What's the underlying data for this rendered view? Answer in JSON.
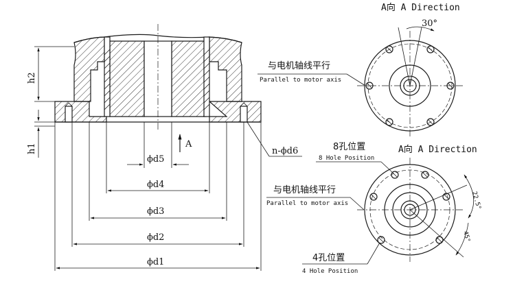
{
  "labels": {
    "h2": "h2",
    "h1": "h1",
    "d1": "ϕd1",
    "d2": "ϕd2",
    "d3": "ϕd3",
    "d4": "ϕd4",
    "d5": "ϕd5",
    "d6": "n-ϕd6",
    "arrow_a": "A"
  },
  "view_top": {
    "title": "A向 A Direction",
    "angle": "30°",
    "note_cn": "与电机轴线平行",
    "note_en": "Parallel to motor axis"
  },
  "view_bottom": {
    "title": "A向 A Direction",
    "holes8_cn": "8孔位置",
    "holes8_en": "8 Hole Position",
    "holes4_cn": "4孔位置",
    "holes4_en": "4 Hole Position",
    "angle1": "22.5°",
    "angle2": "45°",
    "note_cn": "与电机轴线平行",
    "note_en": "Parallel to motor axis"
  }
}
